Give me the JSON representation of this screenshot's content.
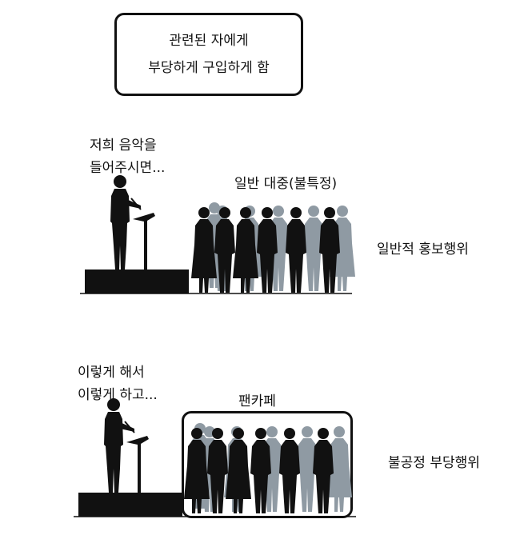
{
  "title_box": {
    "line1": "관련된 자에게",
    "line2": "부당하게 구입하게 함"
  },
  "top_panel": {
    "speech_line1": "저희 음악을",
    "speech_line2": "들어주시면...",
    "crowd_label": "일반 대중(불특정)",
    "side_label": "일반적 홍보행위"
  },
  "bottom_panel": {
    "speech_line1": "이렇게 해서",
    "speech_line2": "이렇게 하고...",
    "crowd_label": "팬카페",
    "side_label": "불공정 부당행위"
  },
  "colors": {
    "silhouette": "#111111",
    "shadow_figure": "#8f9aa3",
    "background": "#ffffff"
  }
}
